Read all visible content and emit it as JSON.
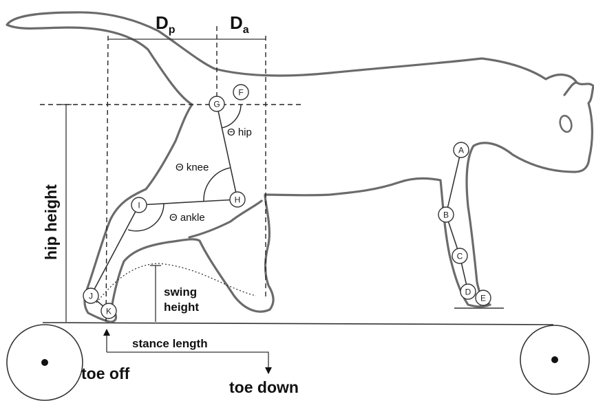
{
  "labels": {
    "dp_main": "D",
    "dp_sub": "p",
    "da_main": "D",
    "da_sub": "a",
    "theta_hip": "Θ hip",
    "theta_knee": "Θ knee",
    "theta_ankle": "Θ ankle",
    "hip_height": "hip height",
    "swing_height_line1": "swing",
    "swing_height_line2": "height",
    "stance_length": "stance length",
    "toe_off": "toe off",
    "toe_down": "toe down"
  },
  "joints": {
    "A": "A",
    "B": "B",
    "C": "C",
    "D": "D",
    "E": "E",
    "F": "F",
    "G": "G",
    "H": "H",
    "I": "I",
    "J": "J",
    "K": "K"
  },
  "colors": {
    "outline": "#6b6b6b",
    "lines": "#222222",
    "background": "#ffffff"
  }
}
